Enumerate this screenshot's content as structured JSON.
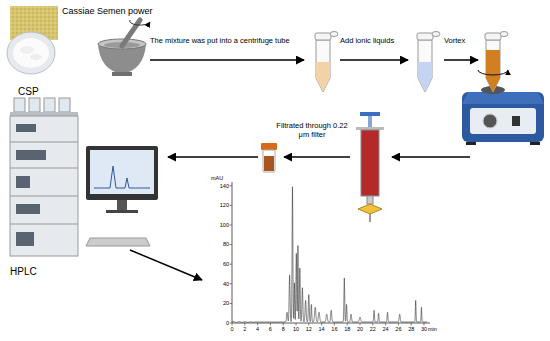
{
  "diagram": {
    "nodes": [
      {
        "text": [
          "Cassiae Semen power"
        ]
      },
      {
        "text": [
          "CSP"
        ]
      },
      {
        "text": [
          "HPLC"
        ]
      }
    ],
    "labels": [
      "The mixture was put into a centrifuge tube",
      "Add ionic liquids",
      "Vortex",
      "Filtrated through 0.22 μm filter",
      "mAU",
      "140",
      "120",
      "100",
      "80",
      "60",
      "40",
      "20",
      "0",
      "0",
      "2",
      "4",
      "6",
      "8",
      "10",
      "12",
      "14",
      "16",
      "18",
      "20",
      "22",
      "24",
      "26",
      "28",
      "30",
      "min"
    ]
  }
}
